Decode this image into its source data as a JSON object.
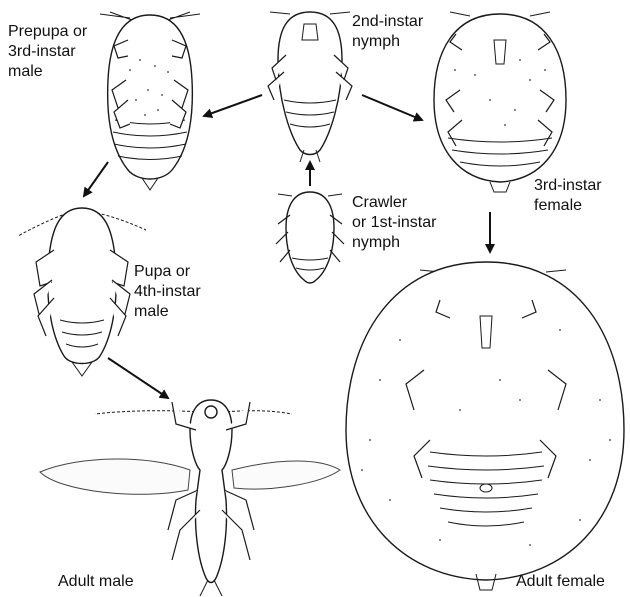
{
  "stages": {
    "prepupa": {
      "line1": "Prepupa or",
      "line2": "3rd-instar",
      "line3": "male"
    },
    "second_instar": {
      "line1": "2nd-instar",
      "line2": "nymph"
    },
    "third_female": {
      "line1": "3rd-instar",
      "line2": "female"
    },
    "crawler": {
      "line1": "Crawler",
      "line2": "or 1st-instar",
      "line3": "nymph"
    },
    "pupa": {
      "line1": "Pupa or",
      "line2": "4th-instar",
      "line3": "male"
    },
    "adult_male": {
      "label": "Adult male"
    },
    "adult_female": {
      "label": "Adult female"
    }
  }
}
